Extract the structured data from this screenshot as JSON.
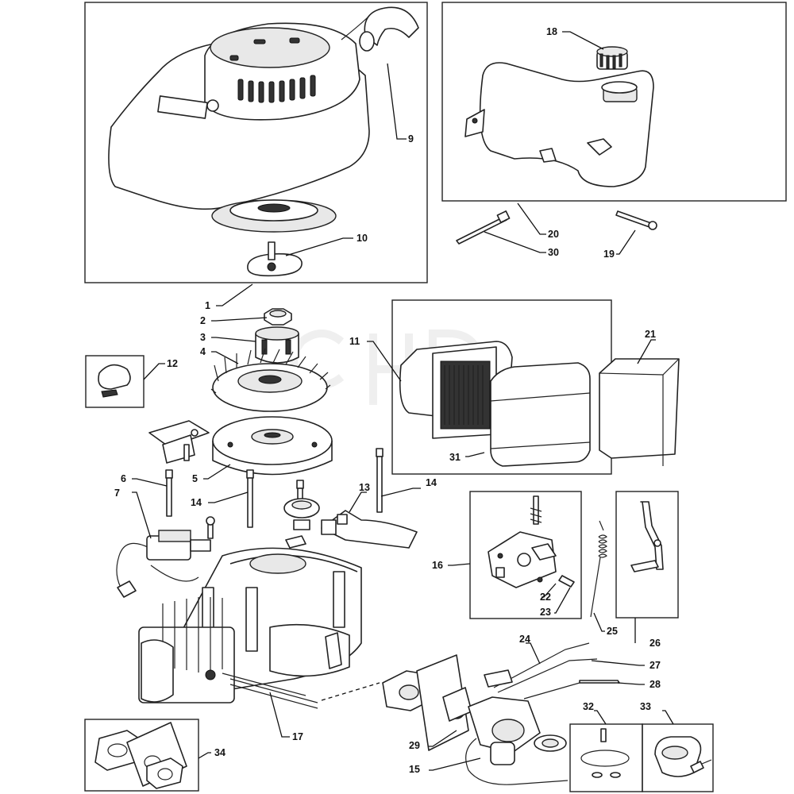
{
  "diagram": {
    "type": "exploded parts diagram",
    "callouts": {
      "c1": "1",
      "c2": "2",
      "c3": "3",
      "c4": "4",
      "c5": "5",
      "c6": "6",
      "c7": "7",
      "c9": "9",
      "c10": "10",
      "c11": "11",
      "c12": "12",
      "c13": "13",
      "c14a": "14",
      "c14b": "14",
      "c15": "15",
      "c16": "16",
      "c17": "17",
      "c18": "18",
      "c19": "19",
      "c20": "20",
      "c21": "21",
      "c22": "22",
      "c23": "23",
      "c24": "24",
      "c25": "25",
      "c26": "26",
      "c27": "27",
      "c28": "28",
      "c29": "29",
      "c30": "30",
      "c31": "31",
      "c32": "32",
      "c33": "33",
      "c34": "34"
    }
  }
}
